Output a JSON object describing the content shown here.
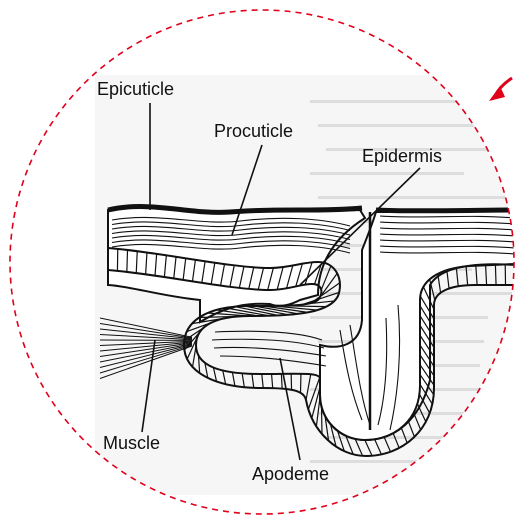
{
  "figure": {
    "labels": {
      "epicuticle": "Epicuticle",
      "procuticle": "Procuticle",
      "epidermis": "Epidermis",
      "muscle": "Muscle",
      "apodeme": "Apodeme"
    },
    "colors": {
      "outline": "#111111",
      "tissue_fill": "#ffffff",
      "scan_background": "#eeeeee",
      "callout_circle": "#e0001a",
      "arrow": "#e0001a"
    },
    "callout_style": "dashed-circle",
    "arrow_icon": "red-curved-arrow-icon"
  }
}
